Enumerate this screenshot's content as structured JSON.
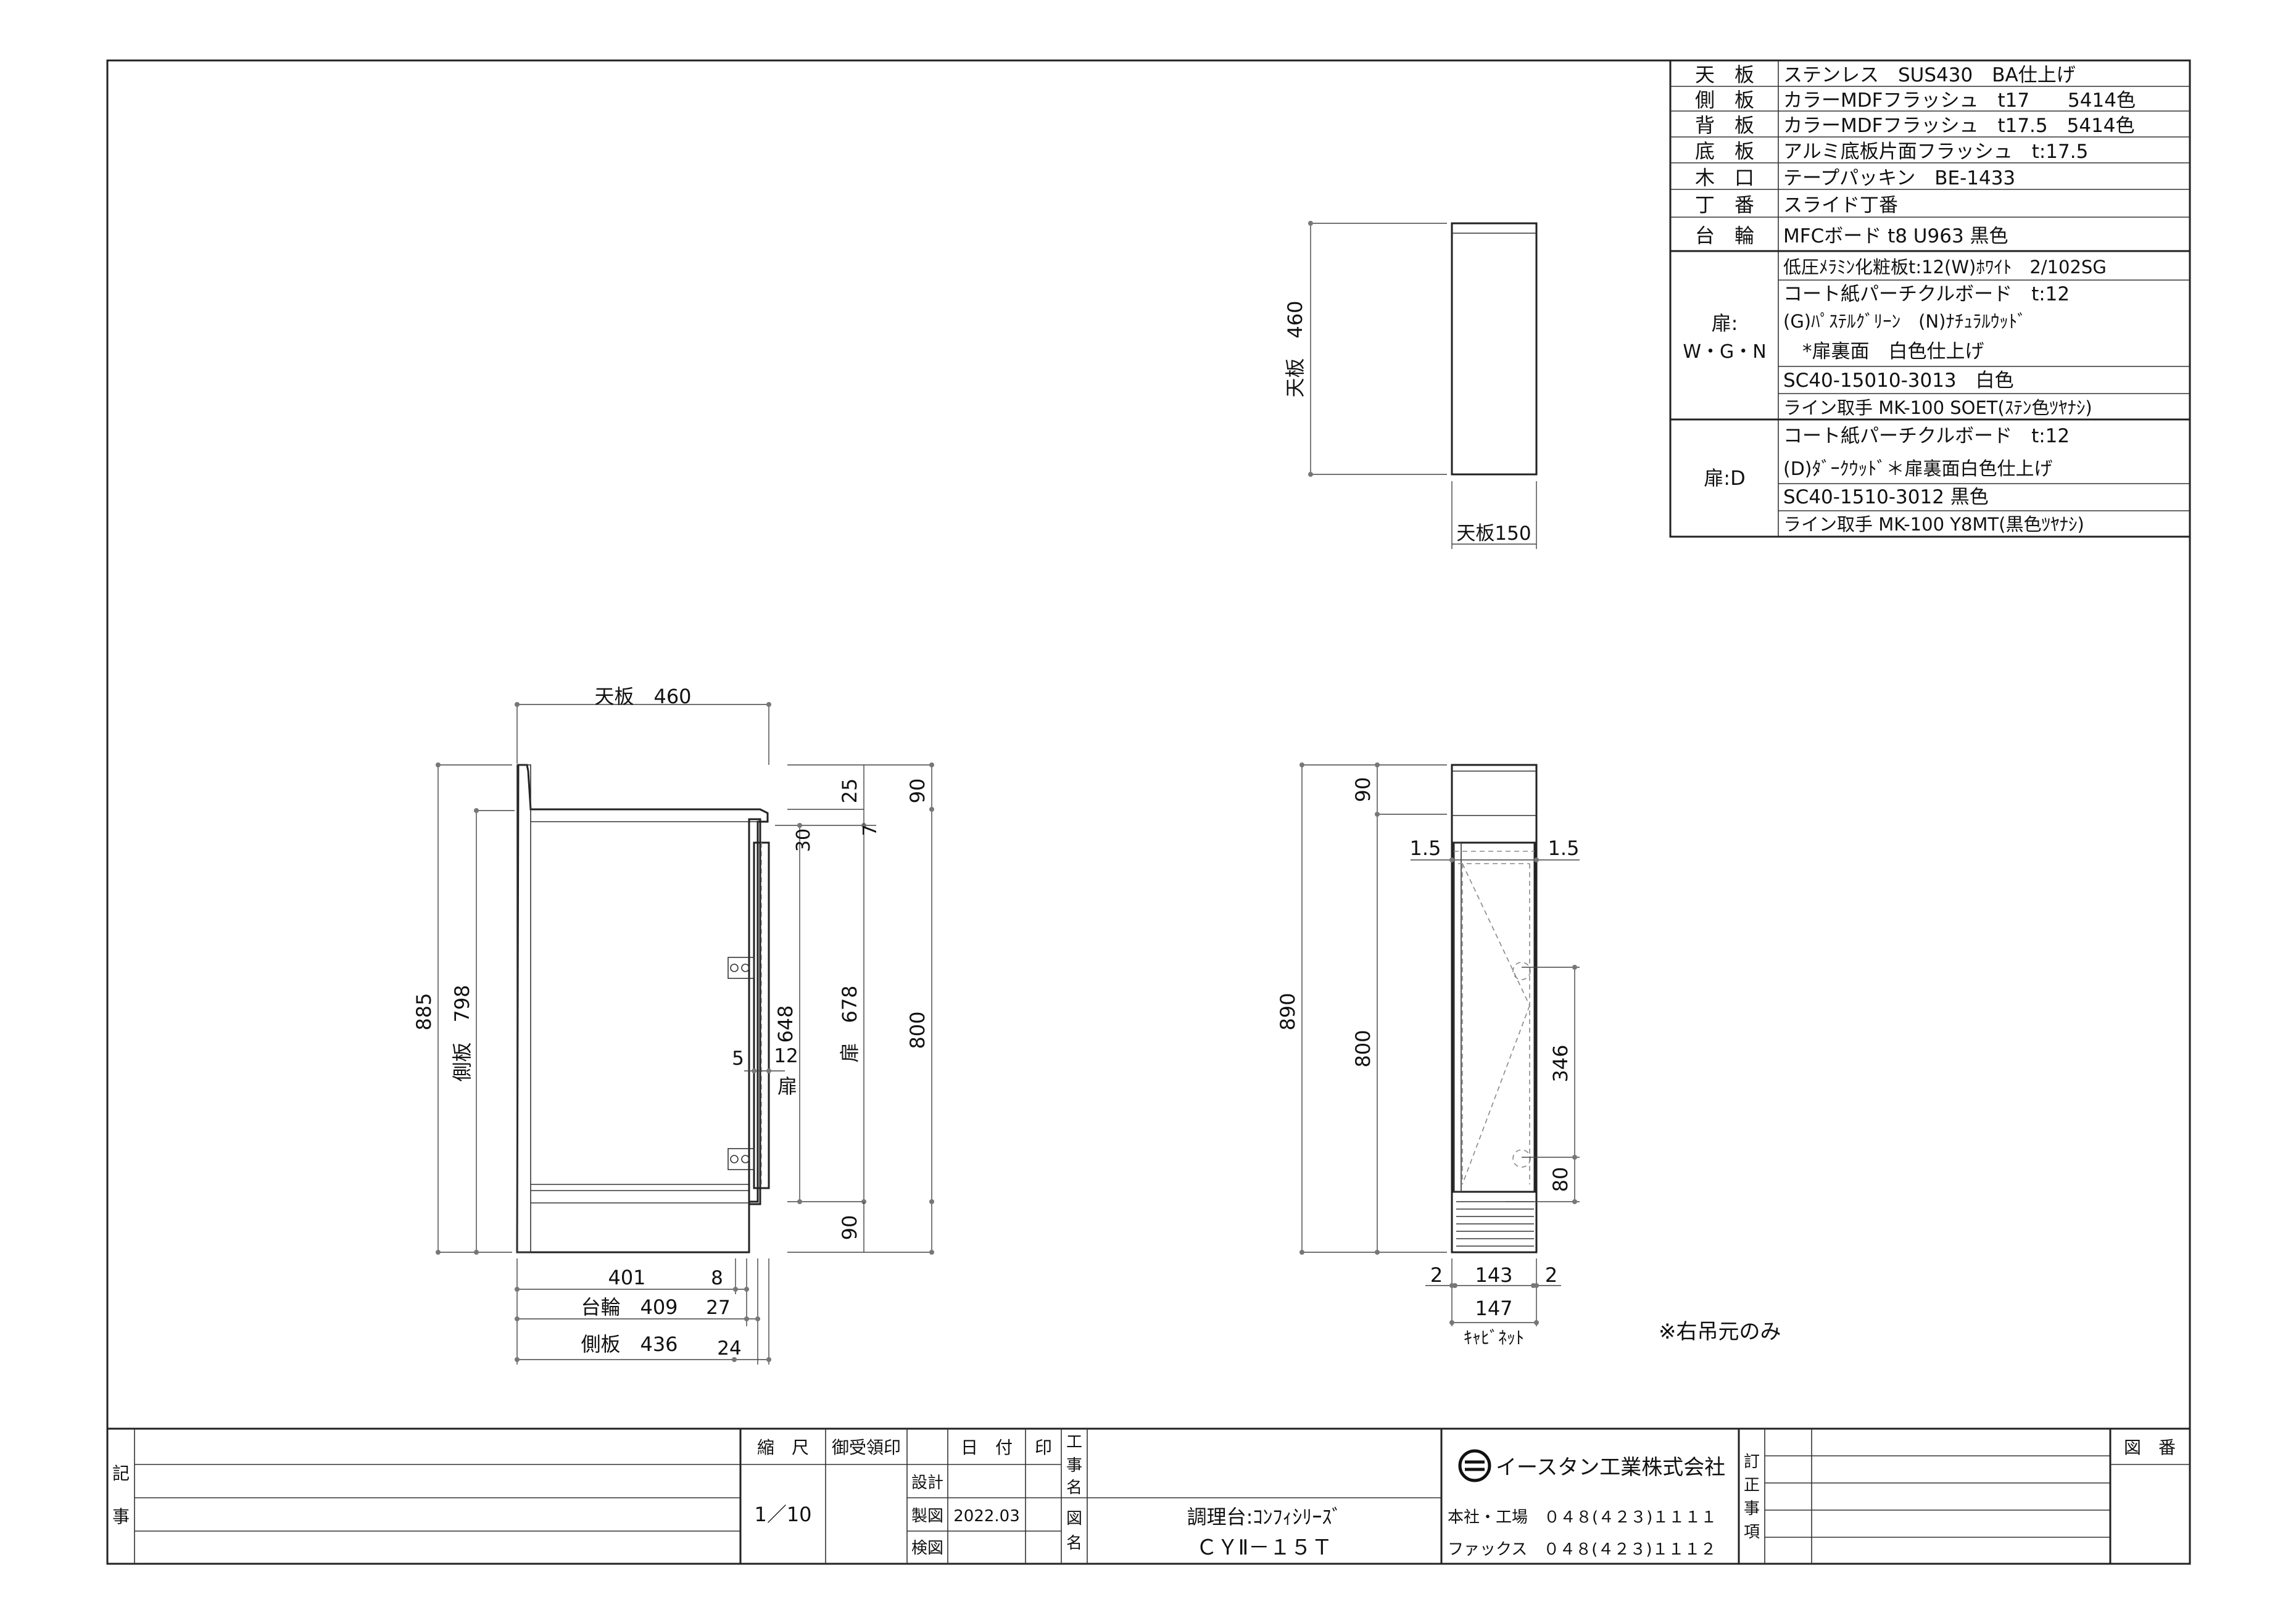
{
  "spec_table": [
    {
      "part": "天　板",
      "spec": "ステンレス　SUS430　BA仕上げ"
    },
    {
      "part": "側　板",
      "spec": "カラーMDFフラッシュ　t17　　5414色"
    },
    {
      "part": "背　板",
      "spec": "カラーMDFフラッシュ　t17.5　5414色"
    },
    {
      "part": "底　板",
      "spec": "アルミ底板片面フラッシュ　t:17.5"
    },
    {
      "part": "木　口",
      "spec": "テープパッキン　BE-1433"
    },
    {
      "part": "丁　番",
      "spec": "スライド丁番"
    },
    {
      "part": "台　輪",
      "spec": "MFCボード t8 U963 黒色"
    }
  ],
  "door_wgn": {
    "label1": "扉:",
    "label2": "W・G・N",
    "lines": [
      "低圧ﾒﾗﾐﾝ化粧板t:12(W)ﾎﾜｲﾄ　2/102SG",
      "コート紙パーチクルボード　t:12",
      "(G)ﾊﾟｽﾃﾙｸﾞﾘｰﾝ　(N)ﾅﾁｭﾗﾙｳｯﾄﾞ",
      "　*扉裏面　白色仕上げ",
      "SC40-15010-3013　白色",
      "ライン取手 MK-100 SOET(ｽﾃﾝ色ﾂﾔﾅｼ)"
    ]
  },
  "door_d": {
    "label": "扉:D",
    "lines": [
      "コート紙パーチクルボード　t:12",
      "(D)ﾀﾞｰｸｳｯﾄﾞ＊扉裏面白色仕上げ",
      "SC40-1510-3012 黒色",
      "ライン取手 MK-100 Y8MT(黒色ﾂﾔﾅｼ)"
    ]
  },
  "top_view": {
    "depth_label": "天板　460",
    "width_label": "天板150"
  },
  "side_view": {
    "top_label": "天板　460",
    "left_outer": "885",
    "left_inner": "側板　798",
    "door_a": "648",
    "door_b": "扉　678",
    "right_total": "800",
    "r90_top": "90",
    "r25": "25",
    "r30": "30",
    "r7": "7",
    "r90_bottom": "90",
    "d5": "5",
    "d12": "12",
    "door_label": "扉",
    "b401": "401",
    "b8": "8",
    "b409": "台輪　409",
    "b27": "27",
    "b436": "側板　436",
    "b24": "24"
  },
  "front_view": {
    "top90": "90",
    "gap_left": "1.5",
    "gap_right": "1.5",
    "total": "890",
    "body": "800",
    "hinge_span": "346",
    "hinge_low": "80",
    "b2l": "2",
    "b143": "143",
    "b2r": "2",
    "b147": "147",
    "cabinet": "ｷｬﾋﾞﾈｯﾄ",
    "note": "※右吊元のみ"
  },
  "title_block": {
    "side_kanji1": "記",
    "side_kanji2": "事",
    "scale_header": "縮　尺",
    "scale_value": "1／10",
    "approval_header": "御受領印",
    "date_header": "日　付",
    "seal_header": "印",
    "design": "設計",
    "drawn": "製図",
    "checked": "検図",
    "drawn_date": "2022.03",
    "koji1": "工",
    "koji2": "事",
    "koji3": "名",
    "zumei1": "図",
    "zumei2": "名",
    "product_name": "調理台:ｺﾝﾌｨｼﾘｰｽﾞ",
    "model": "ＣＹⅡ－１５Ｔ",
    "company": "イースタン工業株式会社",
    "hq": "本社・工場　０４８(４２３)１１１１",
    "fax": "ファックス　０４８(４２３)１１１２",
    "rev1": "訂",
    "rev2": "正",
    "rev3": "事",
    "rev4": "項",
    "drawing_no_header": "図　番"
  }
}
